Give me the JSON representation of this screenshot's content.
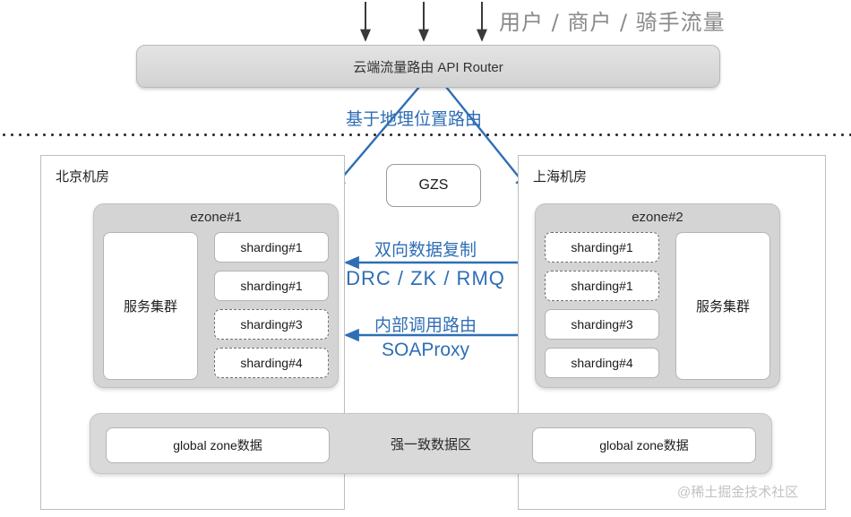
{
  "diagram": {
    "title": "多机房单元化架构图",
    "colors": {
      "accent_blue": "#2f6eb5",
      "panel_gray": "#d4d4d4",
      "band_gray": "#d9d9d9",
      "router_gray": "#dcdcdc",
      "text_dark": "#222222",
      "traffic_text_gray": "#8a8a8a",
      "watermark_gray": "#c3c3c3",
      "arrow_dark": "#3a3a3a",
      "border_gray": "#b3b3b3"
    }
  },
  "top": {
    "traffic_label": "用户 / 商户 / 骑手流量",
    "ingress_arrows": 3,
    "router_label": "云端流量路由 API Router",
    "geo_routing_label": "基于地理位置路由"
  },
  "divider": {
    "style": "dotted",
    "name": "region-divider"
  },
  "datacenters": [
    {
      "id": "beijing",
      "title": "北京机房",
      "ezone": {
        "title": "ezone#1",
        "service_cluster_label": "服务集群",
        "service_cluster_side": "left",
        "shardings": [
          {
            "label": "sharding#1",
            "style": "solid"
          },
          {
            "label": "sharding#1",
            "style": "solid"
          },
          {
            "label": "sharding#3",
            "style": "dashed"
          },
          {
            "label": "sharding#4",
            "style": "dashed"
          }
        ]
      }
    },
    {
      "id": "shanghai",
      "title": "上海机房",
      "ezone": {
        "title": "ezone#2",
        "service_cluster_label": "服务集群",
        "service_cluster_side": "right",
        "shardings": [
          {
            "label": "sharding#1",
            "style": "dashed"
          },
          {
            "label": "sharding#1",
            "style": "dashed"
          },
          {
            "label": "sharding#3",
            "style": "solid"
          },
          {
            "label": "sharding#4",
            "style": "solid"
          }
        ]
      }
    }
  ],
  "center": {
    "gzs_label": "GZS",
    "links": [
      {
        "title": "双向数据复制",
        "subtitle": "DRC  /  ZK  /  RMQ",
        "direction": "bidirectional"
      },
      {
        "title": "内部调用路由",
        "subtitle": "SOAProxy",
        "direction": "bidirectional"
      }
    ]
  },
  "global_zone": {
    "center_label": "强一致数据区",
    "boxes": [
      {
        "label": "global zone数据"
      },
      {
        "label": "global zone数据"
      }
    ]
  },
  "watermark": {
    "text": "@稀土掘金技术社区"
  }
}
